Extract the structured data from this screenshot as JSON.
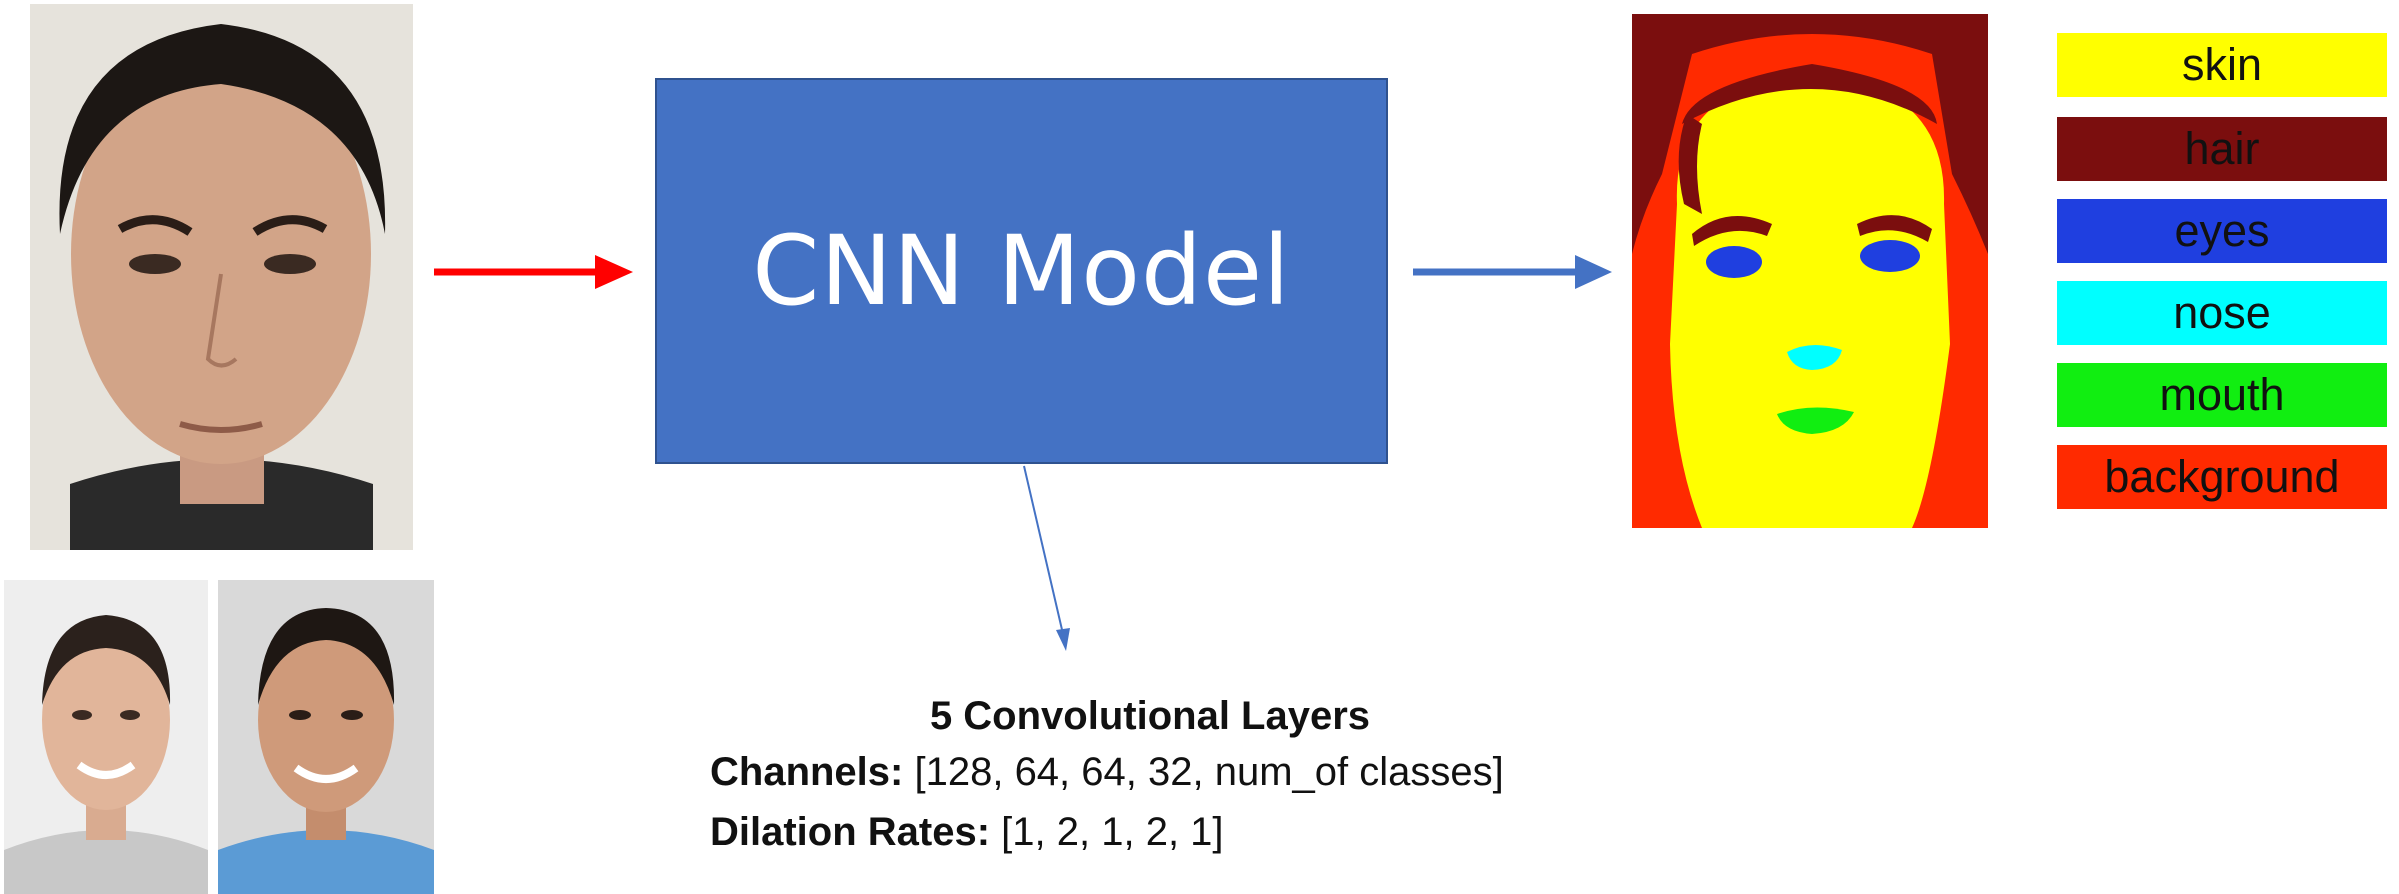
{
  "cnn_box": {
    "label": "CNN Model"
  },
  "legend": [
    {
      "label": "skin",
      "color": "#ffff00"
    },
    {
      "label": "hair",
      "color": "#7b0e0e"
    },
    {
      "label": "eyes",
      "color": "#1f3fe0"
    },
    {
      "label": "nose",
      "color": "#00ffff"
    },
    {
      "label": "mouth",
      "color": "#11ee11"
    },
    {
      "label": "background",
      "color": "#ff2a00"
    }
  ],
  "details": {
    "title": "5 Convolutional Layers",
    "channels_label": "Channels:",
    "channels_value": "[128, 64, 64, 32, num_of classes]",
    "dilation_label": "Dilation Rates:",
    "dilation_value": "[1, 2, 1, 2, 1]"
  },
  "colors": {
    "input_arrow": "#ff0000",
    "output_arrow": "#4472c4",
    "cnn_fill": "#4472c4"
  }
}
